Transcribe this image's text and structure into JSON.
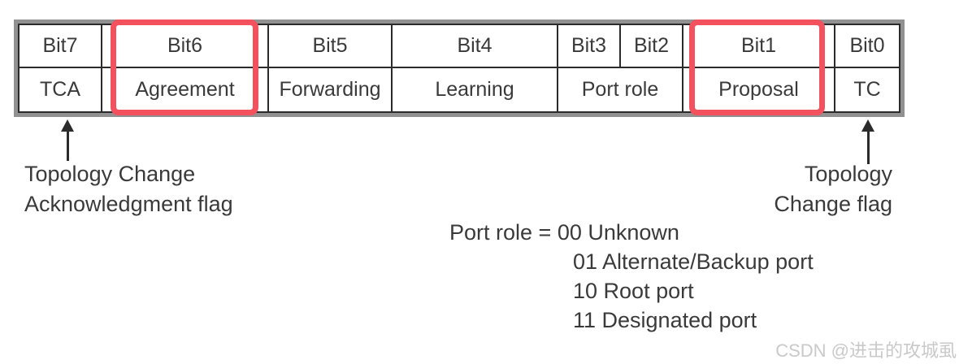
{
  "table": {
    "header": [
      "Bit7",
      "Bit6",
      "Bit5",
      "Bit4",
      "Bit3",
      "Bit2",
      "Bit1",
      "Bit0"
    ],
    "fields": [
      "TCA",
      "Agreement",
      "Forwarding",
      "Learning",
      "Port role",
      "Proposal",
      "TC"
    ]
  },
  "annotations": {
    "tca": {
      "line1": "Topology Change",
      "line2": "Acknowledgment flag"
    },
    "tc": {
      "line1": "Topology",
      "line2": "Change flag"
    },
    "port_role": {
      "prefix": "Port role =",
      "values": [
        "00 Unknown",
        "01 Alternate/Backup port",
        "10 Root port",
        "11 Designated port"
      ]
    }
  },
  "watermark": "CSDN @进击的攻城虱",
  "colors": {
    "highlight": "#f4515f",
    "line": "#2b2b2b",
    "outer_border": "#919191",
    "text": "#3a3a3a",
    "watermark": "#c9c9c9"
  }
}
